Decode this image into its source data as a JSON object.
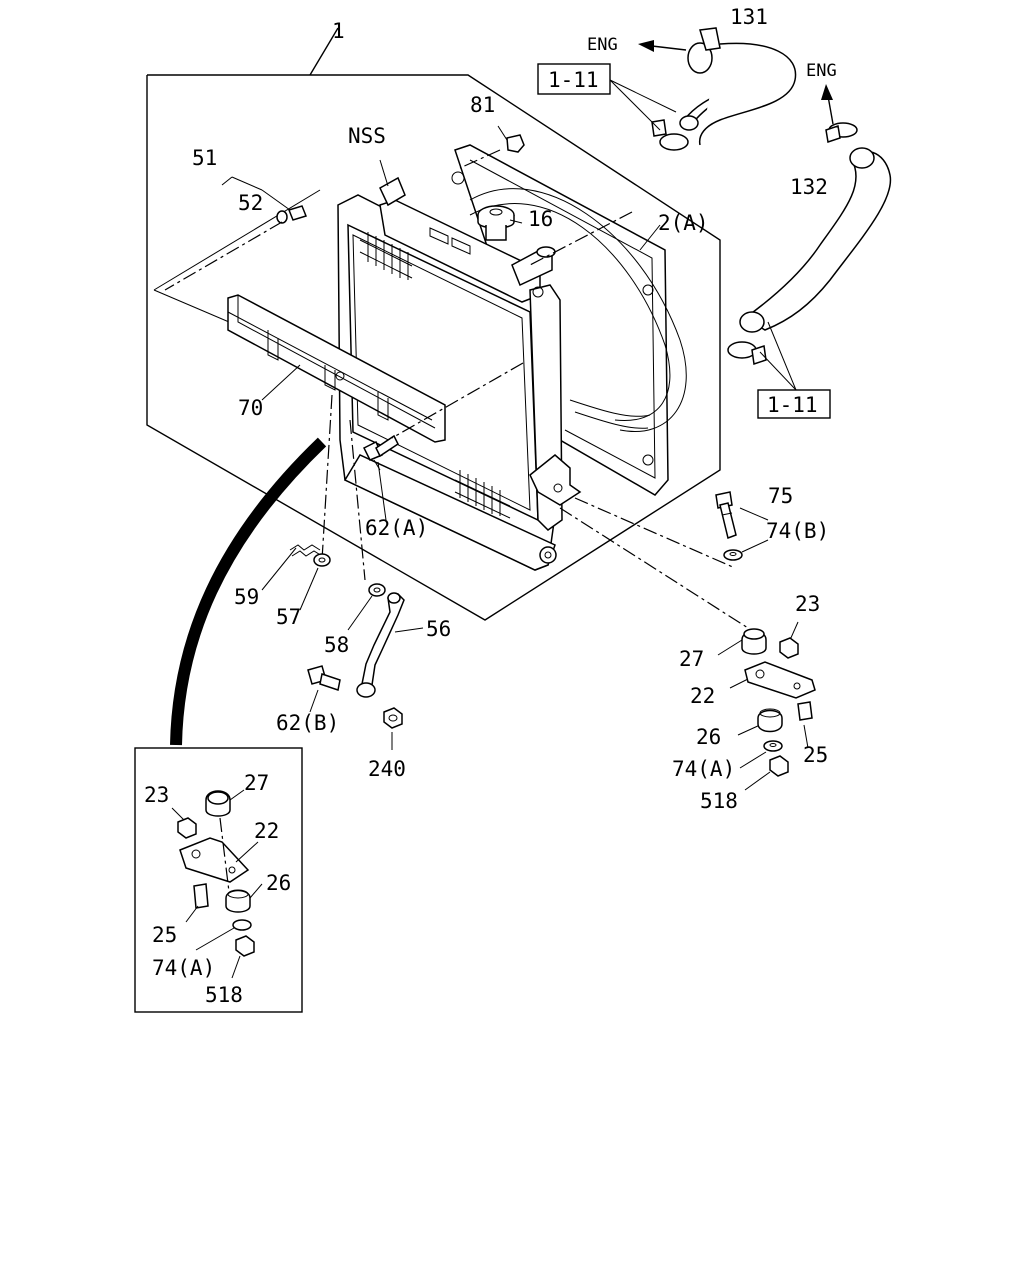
{
  "diagram": {
    "callouts": {
      "c1": "1",
      "c131": "131",
      "c132": "132",
      "eng_top": "ENG",
      "eng_right": "ENG",
      "ref_top": "1-11",
      "ref_right": "1-11",
      "c81": "81",
      "nss": "NSS",
      "c51": "51",
      "c52": "52",
      "c16": "16",
      "c2a": "2(A)",
      "c70": "70",
      "c62a": "62(A)",
      "c75": "75",
      "c74b": "74(B)",
      "c59": "59",
      "c57": "57",
      "c58": "58",
      "c56": "56",
      "c62b": "62(B)",
      "c240": "240",
      "r23": "23",
      "r27": "27",
      "r22": "22",
      "r26": "26",
      "r25": "25",
      "r74a": "74(A)",
      "r518": "518",
      "i23": "23",
      "i27": "27",
      "i22": "22",
      "i26": "26",
      "i25": "25",
      "i74a": "74(A)",
      "i518": "518"
    }
  }
}
